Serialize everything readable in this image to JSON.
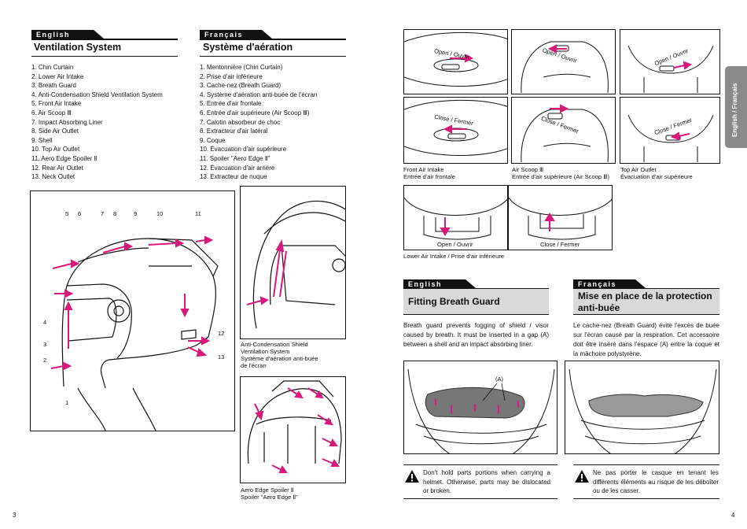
{
  "left": {
    "english": {
      "lang": "English",
      "title": "Ventilation System",
      "items": [
        "1. Chin Curtain",
        "2. Lower Air Intake",
        "3. Breath Guard",
        "4. Anti-Condensation Shield Ventilation System",
        "5. Front Air Intake",
        "6. Air Scoop Ⅲ",
        "7. Impact Absorbing Liner",
        "8. Side Air Outlet",
        "9. Shell",
        "10. Top Air Outlet",
        "11. Aero Edge Spoiler Ⅱ",
        "12. Rear Air Outlet",
        "13. Neck Outlet"
      ]
    },
    "french": {
      "lang": "Français",
      "title": "Système d'aération",
      "items": [
        "1. Mentonnière (Chin Curtain)",
        "2. Prise d'air inférieure",
        "3. Cache-nez (Breath Guard)",
        "4. Système d'aération anti-buée de l'écran",
        "5. Entrée d'air frontale",
        "6. Entrée d'air supérieure (Air Scoop Ⅲ)",
        "7. Calotin absorbeur de choc",
        "8. Extracteur d'air latéral",
        "9. Coque",
        "10. Évacuation d'air supérieure",
        "11. Spoiler \"Aero Edge Ⅱ\"",
        "12. Évacuation d'air arrière",
        "13. Extracteur de nuque"
      ]
    },
    "callouts": {
      "top": [
        "5",
        "6",
        "7",
        "8",
        "9",
        "10",
        "11"
      ],
      "n4": "4",
      "n3": "3",
      "n2": "2",
      "n1": "1",
      "n12": "12",
      "n13": "13"
    },
    "caption_shield": [
      "Anti-Condensation Shield",
      "Ventilation System",
      "Système d'aération anti-buée",
      "de l'écran"
    ],
    "caption_spoiler": [
      "Aero Edge Spoiler Ⅱ",
      "Spoiler \"Aero Edge Ⅱ\""
    ],
    "page_number": "3"
  },
  "right": {
    "labels": {
      "open": "Open / Ouvrir",
      "close": "Close / Fermer"
    },
    "captions": {
      "front": [
        "Front Air Intake",
        "Entrée d'air frontale"
      ],
      "scoop": [
        "Air Scoop Ⅲ",
        "Entrée d'air supérieure (Air Scoop Ⅲ)"
      ],
      "top": [
        "Top Air Outlet",
        "Évacuation d'air supérieure"
      ],
      "lower": "Lower Air Intake / Prise d'air inférieure"
    },
    "sidetab": "English / Français",
    "english": {
      "lang": "English",
      "title": "Fitting Breath Guard",
      "para": "Breath guard prevents fogging of shield / visor caused by breath. It must be inserted in a gap (A) between a shell and an impact absorbing liner.",
      "warning": "Don't hold parts portions when carrying a helmet. Otherwise, parts may be dislocated or broken."
    },
    "french": {
      "lang": "Français",
      "title": "Mise en place de la protection anti-buée",
      "para": "Le cache-nez (Breath Guard) évite l'excès de buée sur l'écran causé par la respiration. Cet accessoire doit être inséré dans l'espace (A) entre la coque et la mâchoire polystyrène.",
      "warning": "Ne pas porter le casque en tenant les différents éléments au risque de les déboîter ou de les casser."
    },
    "callout_a": "(A)",
    "page_number": "4"
  },
  "colors": {
    "accent": "#d6197a",
    "ink": "#111111",
    "gray": "#d9d9d9",
    "tab": "#8a8a8a"
  }
}
